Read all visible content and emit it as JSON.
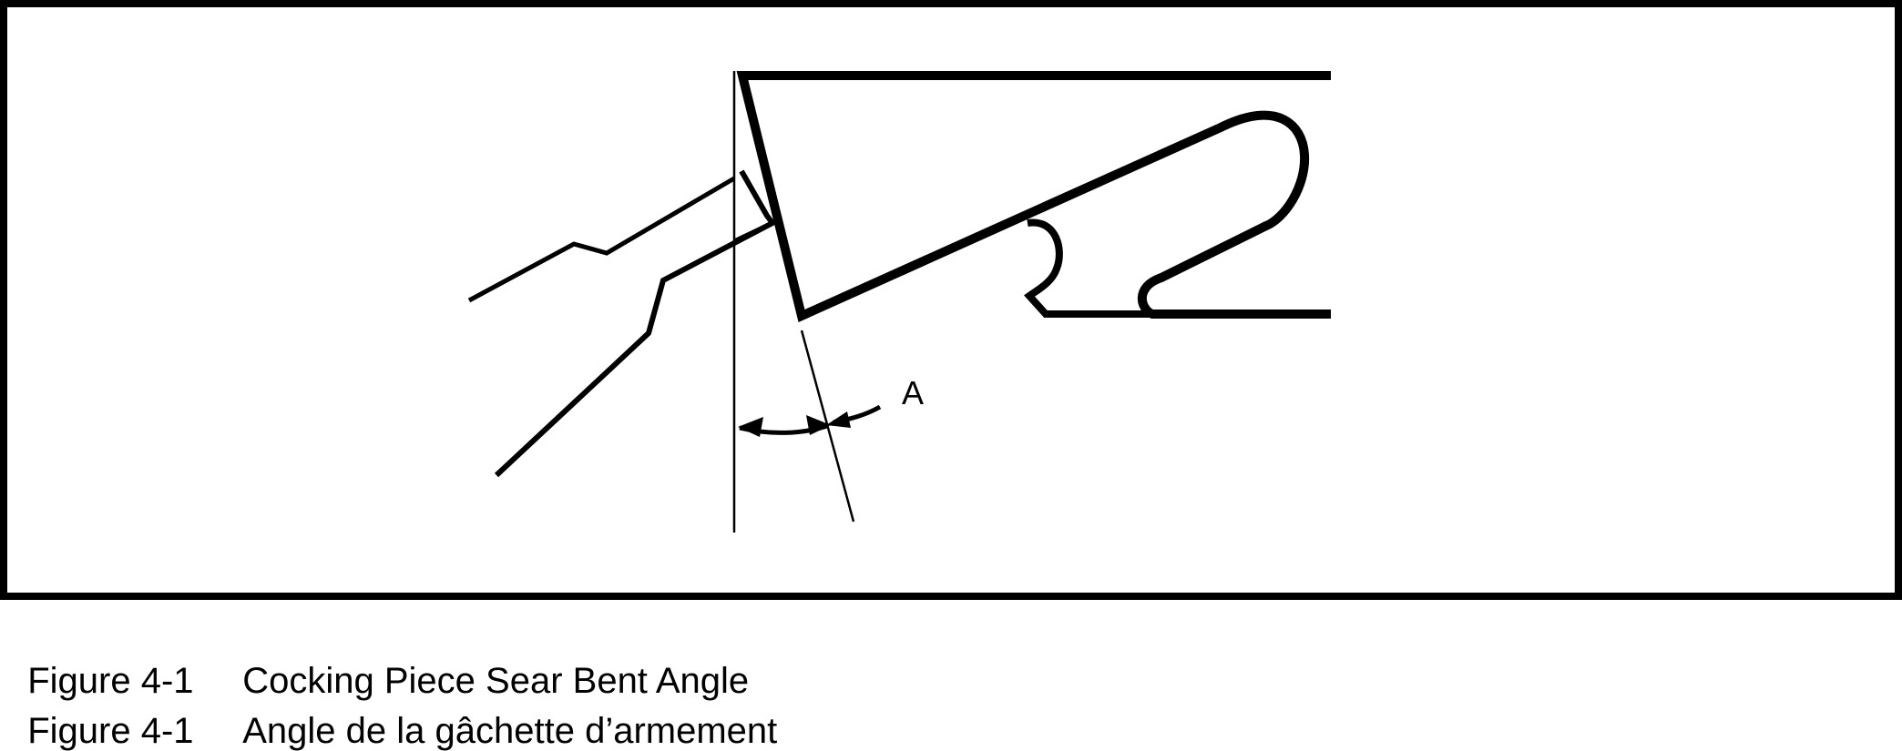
{
  "diagram": {
    "label_a": "A"
  },
  "caption": {
    "en": {
      "number": "Figure 4-1",
      "title": "Cocking Piece Sear Bent Angle"
    },
    "fr": {
      "number": "Figure 4-1",
      "title": "Angle de la gâchette d’armement"
    }
  },
  "colors": {
    "ink": "#000000",
    "paper": "#ffffff"
  }
}
